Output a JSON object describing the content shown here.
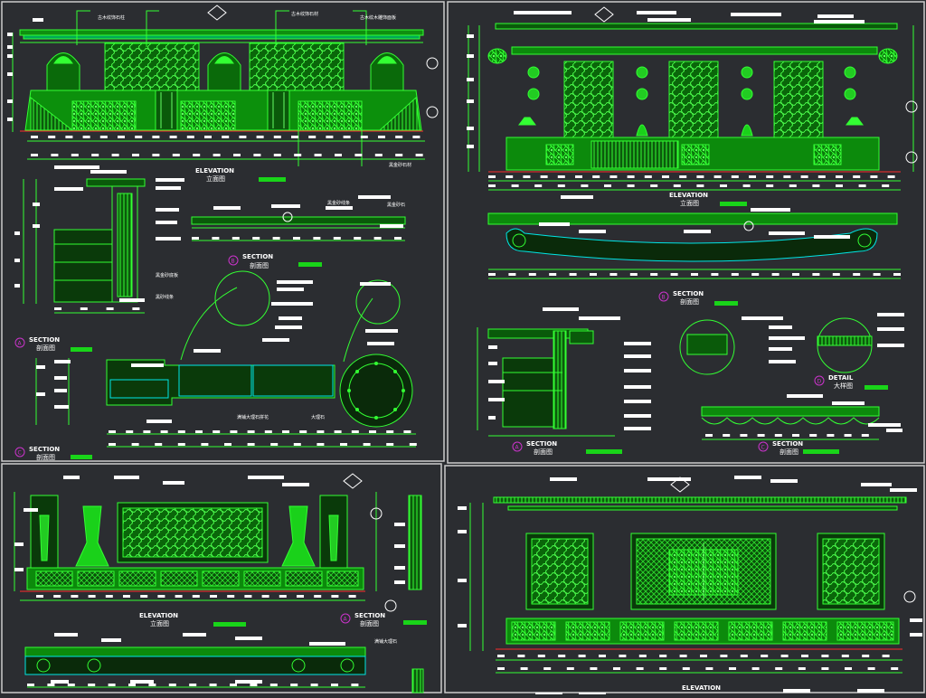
{
  "panels": [
    {
      "id": "top-left",
      "titles": [
        {
          "en": "ELEVATION",
          "cn": "立面图"
        },
        {
          "marker": "B",
          "en": "SECTION",
          "cn": "剖面图"
        },
        {
          "marker": "A",
          "en": "SECTION",
          "cn": "剖面图"
        },
        {
          "marker": "C",
          "en": "SECTION",
          "cn": "剖面图"
        }
      ],
      "annotations": [
        "古木纹饰石柱",
        "古木纹饰石材",
        "古木纹木雕饰面板",
        "黑金砂石材",
        "黑金砂线条",
        "黑金砂石",
        "黑金砂底板",
        "黑砂线条",
        "满铺大理石拼花",
        "大理石"
      ]
    },
    {
      "id": "top-right",
      "titles": [
        {
          "en": "ELEVATION",
          "cn": "立面图"
        },
        {
          "marker": "B",
          "en": "SECTION",
          "cn": "剖面图"
        },
        {
          "marker": "D",
          "en": "DETAIL",
          "cn": "大样图"
        },
        {
          "marker": "A",
          "en": "SECTION",
          "cn": "剖面图"
        },
        {
          "marker": "C",
          "en": "SECTION",
          "cn": "剖面图"
        }
      ]
    },
    {
      "id": "bottom-left",
      "titles": [
        {
          "en": "ELEVATION",
          "cn": "立面图"
        },
        {
          "marker": "A",
          "en": "SECTION",
          "cn": "剖面图"
        }
      ],
      "annotations": [
        "满铺大理石"
      ]
    },
    {
      "id": "bottom-right",
      "titles": [
        {
          "en": "ELEVATION",
          "cn": "立面图"
        }
      ]
    }
  ],
  "markers": [
    "A",
    "B",
    "C",
    "D"
  ],
  "colors": {
    "background": "#2b2d31",
    "line": "#00ff00",
    "bright": "#33ff33",
    "cyan": "#00e5e5",
    "red": "#ff2a2a",
    "label": "#ffffff",
    "title_marker": "#cc33cc"
  }
}
